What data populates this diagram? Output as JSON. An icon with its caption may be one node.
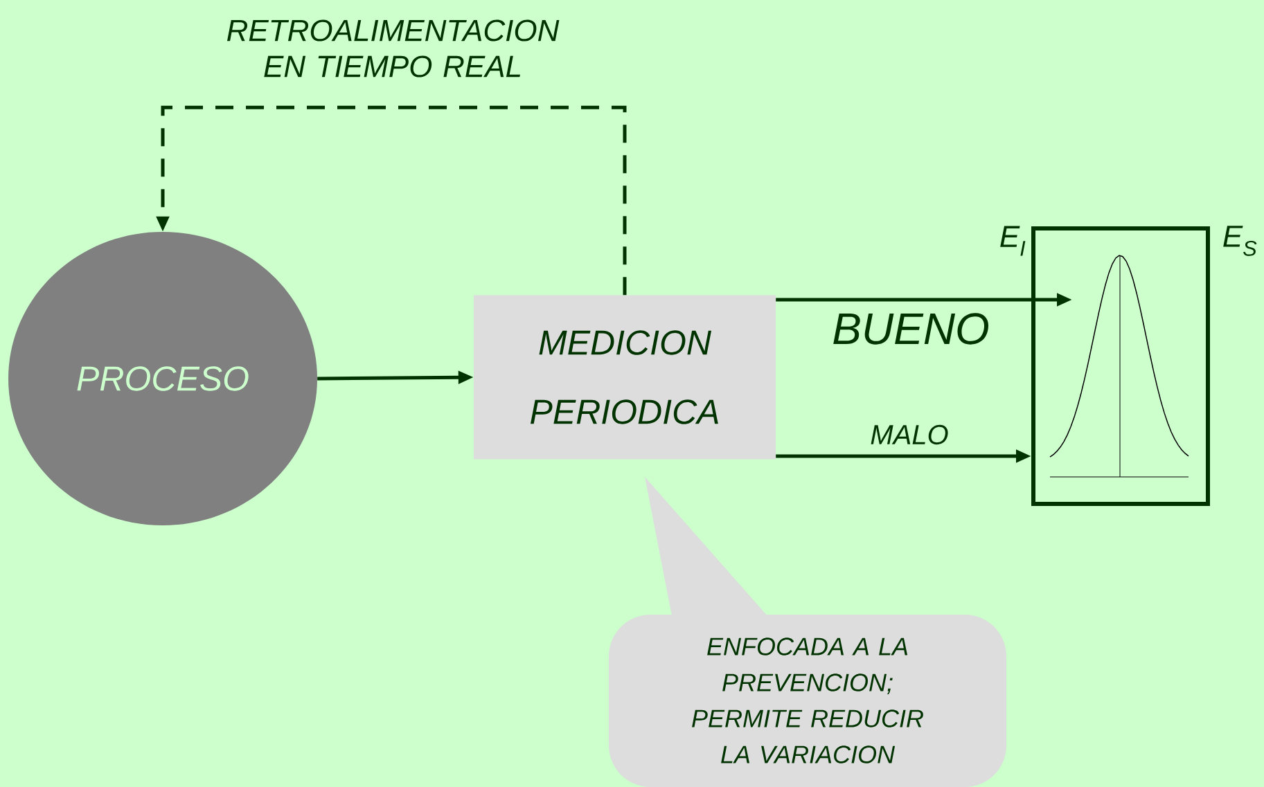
{
  "diagram": {
    "nodes": [
      {
        "text": [
          "PROCESO"
        ]
      },
      {
        "text": [
          "MEDICION PERIODICA"
        ]
      },
      {
        "text": [],
        "shape": "box",
        "beside": [
          "E$_{I}$",
          "E$_{S}$"
        ]
      },
      {
        "text": [
          "ENFOCADA A LA PREVENCION; PERMITE REDUCIR LA VARIACION"
        ]
      }
    ],
    "edges": [
      {
        "from": 0,
        "to": 1,
        "arrow": "to"
      },
      {
        "from": 1,
        "to": 0,
        "arrow": "to",
        "style": "dashed",
        "label": "RETROALIMENTACION EN TIEMPO REAL"
      },
      {
        "from": 1,
        "to": 2,
        "arrow": "to",
        "label": "BUENO"
      },
      {
        "from": 1,
        "to": 2,
        "arrow": "to",
        "label": "MALO"
      }
    ]
  }
}
